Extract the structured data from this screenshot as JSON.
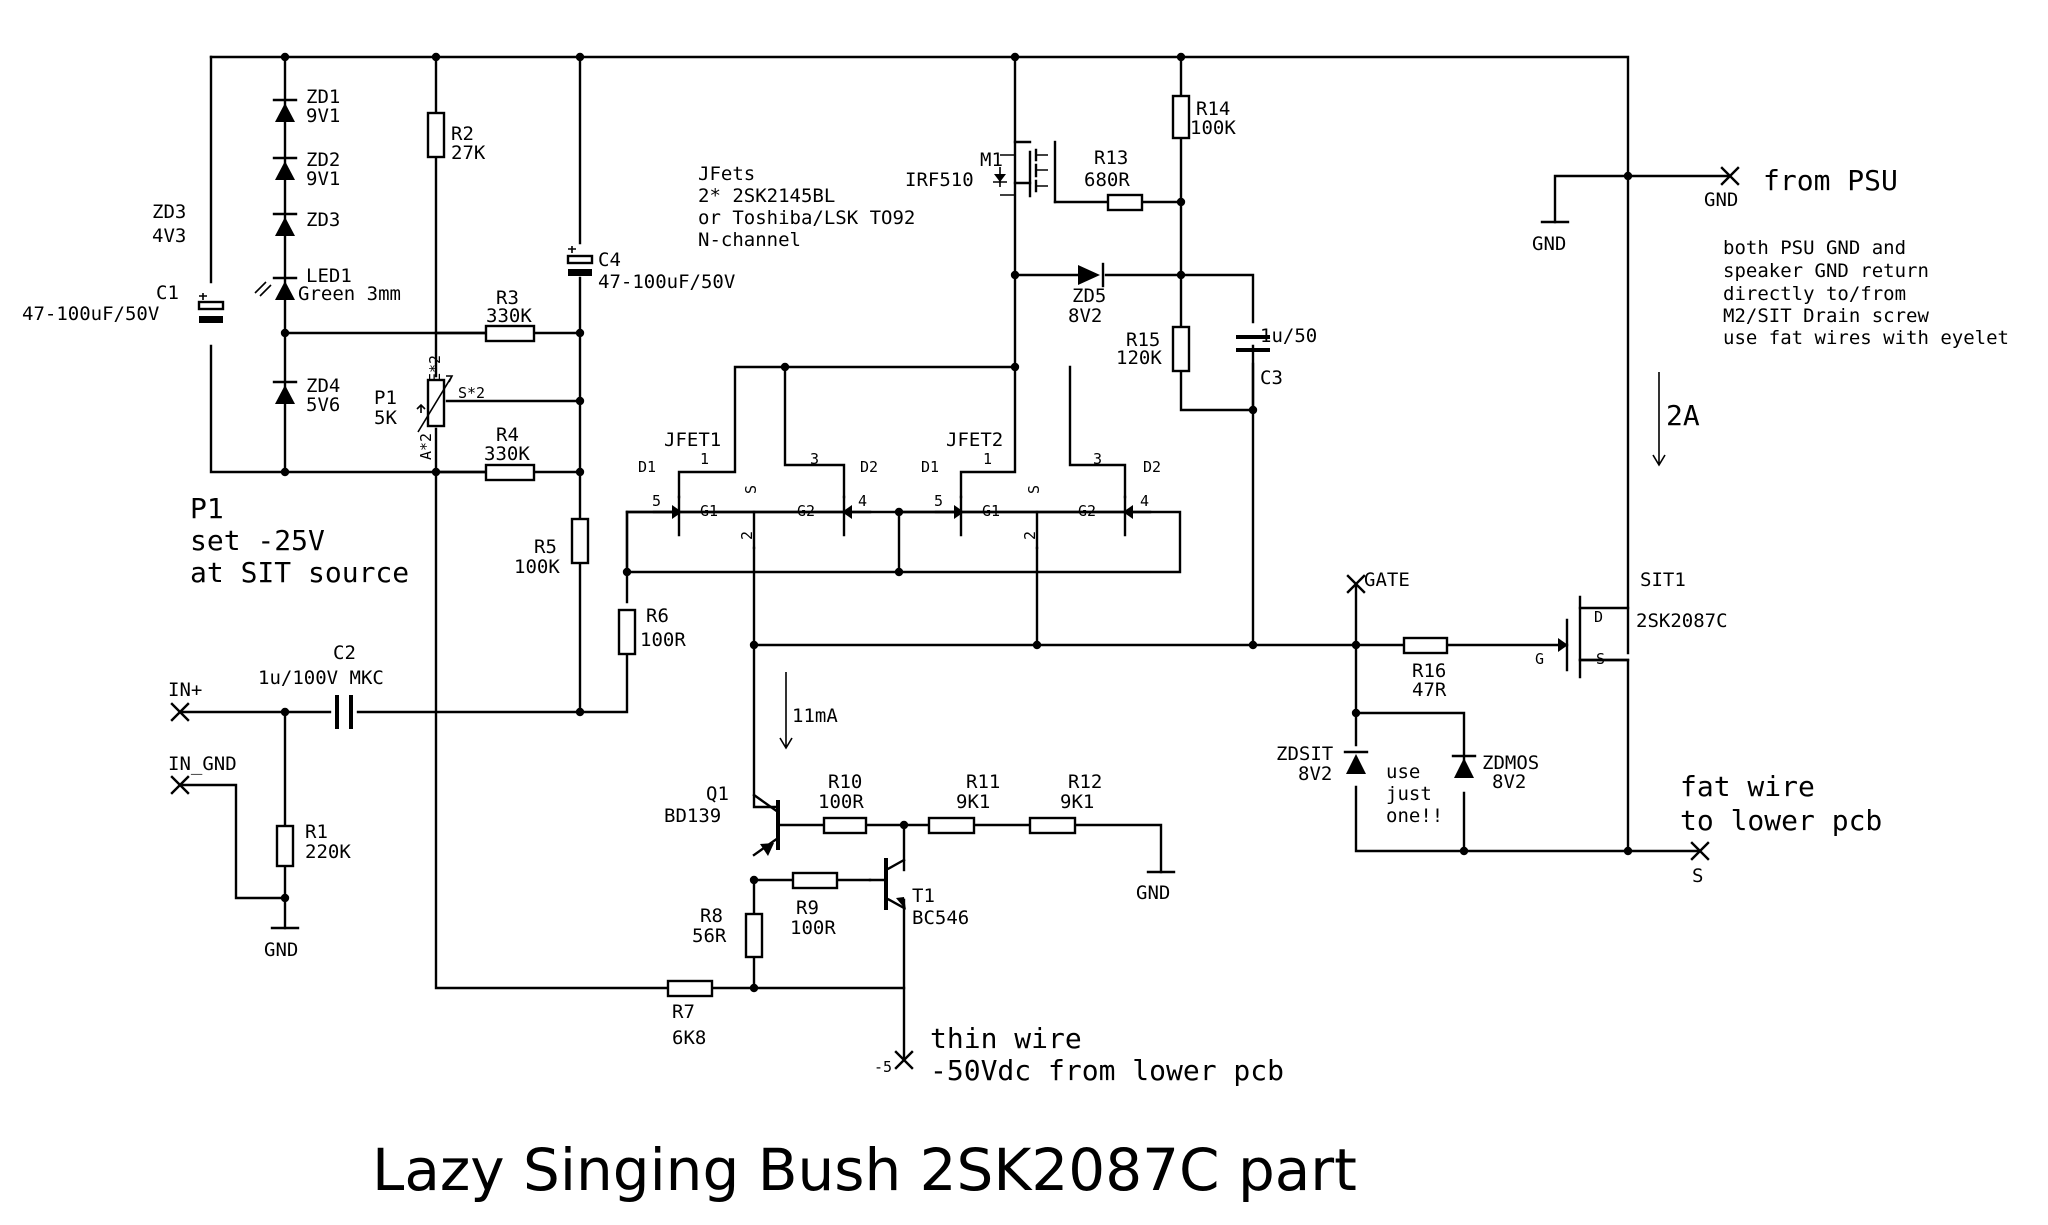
{
  "title": "Lazy Singing Bush 2SK2087C part",
  "components": {
    "zd1": {
      "ref": "ZD1",
      "value": "9V1"
    },
    "zd2": {
      "ref": "ZD2",
      "value": "9V1"
    },
    "zd3": {
      "ref": "ZD3"
    },
    "zd3_side": {
      "ref": "ZD3",
      "value": "4V3"
    },
    "led1": {
      "ref": "LED1",
      "value": "Green 3mm"
    },
    "zd4": {
      "ref": "ZD4",
      "value": "5V6"
    },
    "c1": {
      "ref": "C1",
      "value": "47-100uF/50V"
    },
    "r2": {
      "ref": "R2",
      "value": "27K"
    },
    "r3": {
      "ref": "R3",
      "value": "330K"
    },
    "r4": {
      "ref": "R4",
      "value": "330K"
    },
    "p1": {
      "ref": "P1",
      "value": "5K",
      "pin_e": "E*2",
      "pin_s": "S*2",
      "pin_a": "A*2"
    },
    "c4": {
      "ref": "C4",
      "value": "47-100uF/50V"
    },
    "r5": {
      "ref": "R5",
      "value": "100K"
    },
    "r6": {
      "ref": "R6",
      "value": "100R"
    },
    "c2": {
      "ref": "C2",
      "value": "1u/100V MKC"
    },
    "r1": {
      "ref": "R1",
      "value": "220K"
    },
    "m1": {
      "ref": "M1",
      "value": "IRF510"
    },
    "r13": {
      "ref": "R13",
      "value": "680R"
    },
    "r14": {
      "ref": "R14",
      "value": "100K"
    },
    "zd5": {
      "ref": "ZD5",
      "value": "8V2"
    },
    "r15": {
      "ref": "R15",
      "value": "120K"
    },
    "c3": {
      "ref": "C3",
      "value": "1u/50"
    },
    "jfet1": {
      "ref": "JFET1"
    },
    "jfet2": {
      "ref": "JFET2"
    },
    "sit1": {
      "ref": "SIT1",
      "value": "2SK2087C"
    },
    "r16": {
      "ref": "R16",
      "value": "47R"
    },
    "zdsit": {
      "ref": "ZDSIT",
      "value": "8V2"
    },
    "zdmos": {
      "ref": "ZDMOS",
      "value": "8V2"
    },
    "q1": {
      "ref": "Q1",
      "value": "BD139"
    },
    "t1": {
      "ref": "T1",
      "value": "BC546"
    },
    "r7": {
      "ref": "R7",
      "value": "6K8"
    },
    "r8": {
      "ref": "R8",
      "value": "56R"
    },
    "r9": {
      "ref": "R9",
      "value": "100R"
    },
    "r10": {
      "ref": "R10",
      "value": "100R"
    },
    "r11": {
      "ref": "R11",
      "value": "9K1"
    },
    "r12": {
      "ref": "R12",
      "value": "9K1"
    }
  },
  "pins": {
    "d1": "D1",
    "d2": "D2",
    "one": "1",
    "two": "2",
    "three": "3",
    "four": "4",
    "five": "5",
    "s": "S",
    "g1": "G1",
    "g2": "G2",
    "sit_d": "D",
    "sit_s": "S",
    "sit_g": "G"
  },
  "notes": {
    "jfets": [
      "JFets",
      "2* 2SK2145BL",
      "or Toshiba/LSK TO92",
      "N-channel"
    ],
    "p1_setting": [
      "P1",
      "set -25V",
      "at SIT source"
    ],
    "gnd_note": [
      "both PSU GND and",
      "speaker GND return",
      "directly to/from",
      "M2/SIT Drain screw",
      "use fat wires with eyelet"
    ],
    "current_2a": "2A",
    "current_11ma": "11mA",
    "use_just_one": [
      "use",
      "just",
      "one!!"
    ],
    "from_psu": "from PSU",
    "fat_wire": [
      "fat wire",
      "to lower pcb"
    ],
    "thin_wire": [
      "thin wire",
      "-50Vdc from lower pcb"
    ],
    "rail_marker": "-5"
  },
  "terminals": {
    "in_plus": "IN+",
    "in_gnd": "IN_GND",
    "gnd": "GND",
    "gate": "GATE",
    "source": "S"
  }
}
